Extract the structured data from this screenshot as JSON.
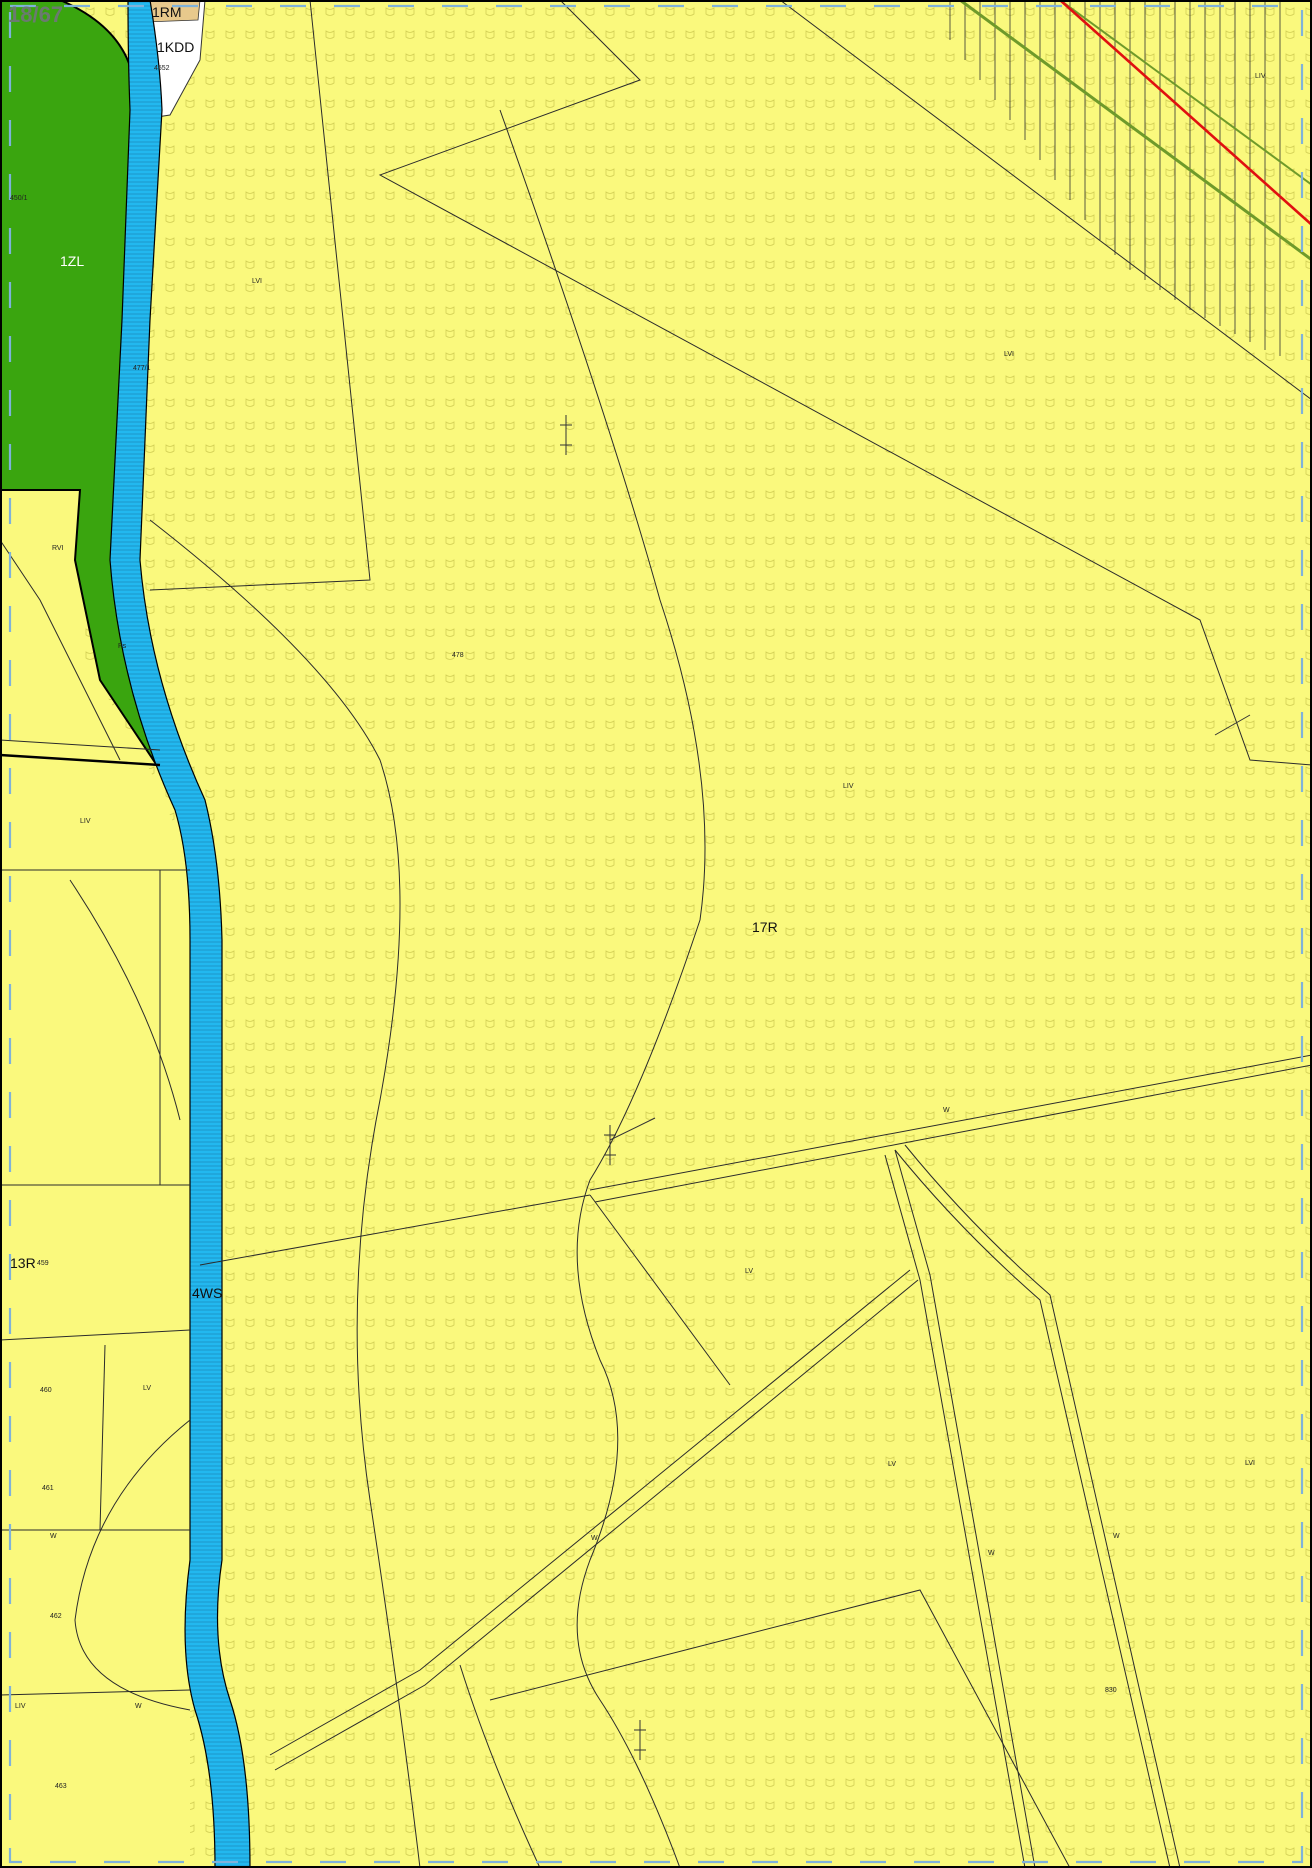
{
  "map": {
    "sheet_number": "18/67",
    "zone_labels": {
      "z_1rm": "1RM",
      "z_1kdd": "1KDD",
      "z_1zl": "1ZL",
      "z_17r": "17R",
      "z_13r": "13R",
      "z_4ws": "4WS"
    },
    "parcel_labels": {
      "p_478": "478",
      "p_459": "459",
      "p_460": "460",
      "p_461": "461",
      "p_462": "462",
      "p_463": "463",
      "p_830": "830",
      "p_4552": "4552",
      "p_4501": "450/1",
      "p_477": "477/1",
      "p_rvi": "RVI"
    },
    "soil_labels": {
      "s_lvi_1": "LVI",
      "s_lvi_2": "LVI",
      "s_lvi_3": "LVI",
      "s_lv_1": "LV",
      "s_lv_2": "LV",
      "s_lv_3": "LV",
      "s_liv_1": "LIV",
      "s_liv_2": "LIV",
      "s_liv_3": "LIV",
      "s_liv_4": "LIV",
      "s_ps": "Ps",
      "s_w_1": "W",
      "s_w_2": "W",
      "s_w_3": "W",
      "s_w_4": "W",
      "s_w_5": "W",
      "s_w_6": "W"
    },
    "colors": {
      "agricultural": "#faf97d",
      "forest": "#3aa50f",
      "water": "#22b8ef",
      "hatch_symbol": "#cfcf52",
      "power_line": "#e01010",
      "dashed_border": "#7fb2da",
      "road_tan": "#e8c98c"
    }
  }
}
